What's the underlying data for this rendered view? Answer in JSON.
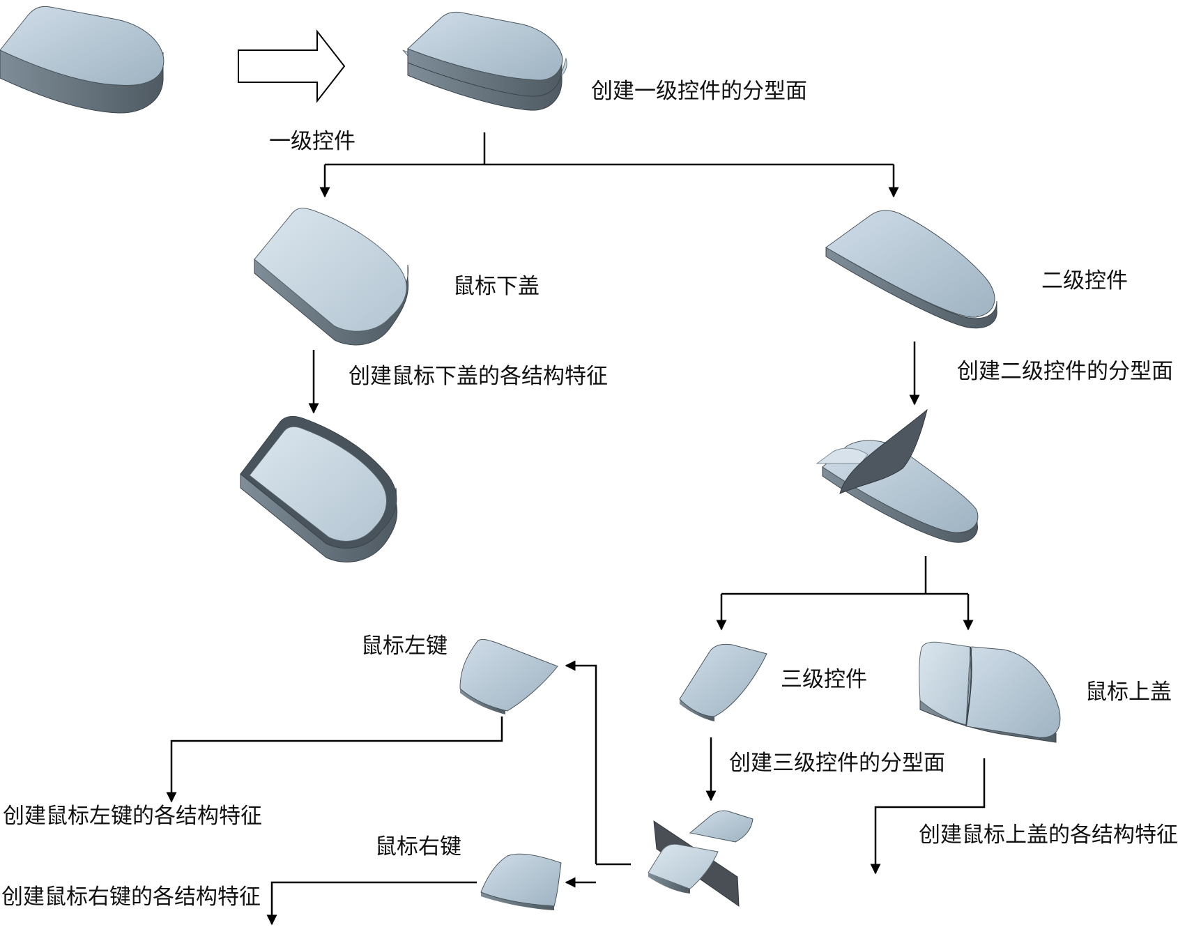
{
  "labels": {
    "level1_part": "一级控件",
    "create_level1_parting": "创建一级控件的分型面",
    "mouse_bottom_cover": "鼠标下盖",
    "level2_part": "二级控件",
    "create_bottom_features": "创建鼠标下盖的各结构特征",
    "create_level2_parting": "创建二级控件的分型面",
    "mouse_left_button": "鼠标左键",
    "level3_part": "三级控件",
    "mouse_top_cover": "鼠标上盖",
    "create_level3_parting": "创建三级控件的分型面",
    "create_left_features": "创建鼠标左键的各结构特征",
    "mouse_right_button": "鼠标右键",
    "create_top_features": "创建鼠标上盖的各结构特征",
    "create_right_features": "创建鼠标右键的各结构特征"
  },
  "colors": {
    "surface_light": "#c9d8e3",
    "surface_mid": "#a9bccb",
    "side_dark": "#5f6c76",
    "edge_dark": "#3b444b",
    "plane_dark": "#4a4f55",
    "line": "#000000"
  }
}
